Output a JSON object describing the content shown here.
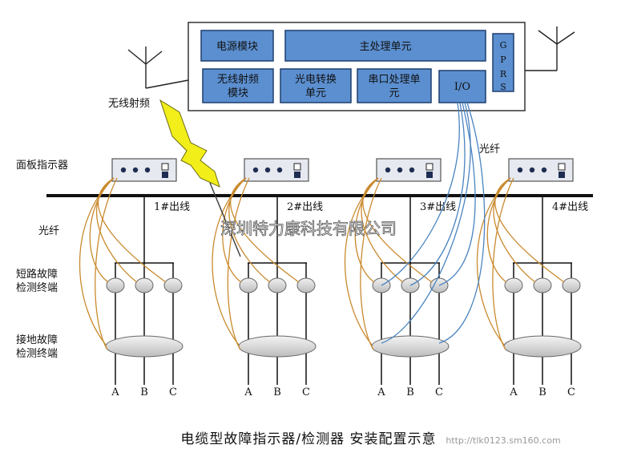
{
  "modules": {
    "power": "电源模块",
    "main_cpu": "主处理单元",
    "rf_line1": "无线射频",
    "rf_line2": "模块",
    "oe_line1": "光电转换",
    "oe_line2": "单元",
    "serial_line1": "串口处理单",
    "serial_line2": "元",
    "io": "I/O",
    "gprs": [
      "G",
      "P",
      "R",
      "S"
    ]
  },
  "labels": {
    "wireless_rf": "无线射频",
    "panel_indicator": "面板指示器",
    "fiber_left": "光纤",
    "fiber_right": "光纤",
    "short_circuit_line1": "短路故障",
    "short_circuit_line2": "检测终端",
    "ground_fault_line1": "接地故障",
    "ground_fault_line2": "检测终端"
  },
  "feeders": [
    "1#出线",
    "2#出线",
    "3#出线",
    "4#出线"
  ],
  "phases": [
    "A",
    "B",
    "C"
  ],
  "watermark": "深圳特力康科技有限公司",
  "caption": "电缆型故障指示器/检测器 安装配置示意",
  "url": "http://tlk0123.sm160.com",
  "colors": {
    "module_fill": "#5b8fd0",
    "module_border": "#1e3f6e",
    "fiber_orange": "#c98a2e",
    "fiber_blue": "#4a84c0",
    "lightning_fill": "#f2ee1a",
    "sensor_fill": "#dcdcdc"
  }
}
